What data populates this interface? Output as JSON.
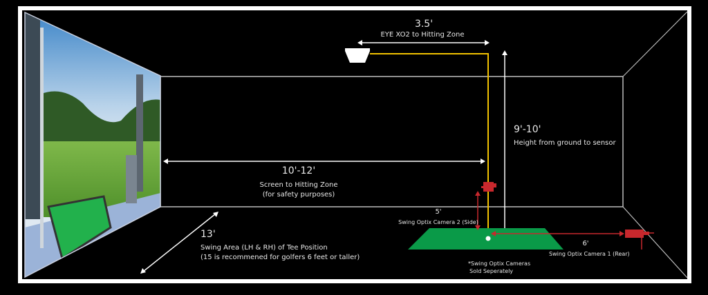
{
  "colors": {
    "background": "#000000",
    "frame": "#ffffff",
    "wall_lines": "#bdbdbd",
    "sensor_line": "#f2c200",
    "camera": "#c8282d",
    "mat": "#0a9a48"
  },
  "sensor": {
    "distance": "3.5'",
    "label": "EYE XO2 to Hitting Zone",
    "icon": "overhead-sensor-icon"
  },
  "height": {
    "distance": "9'-10'",
    "label": "Height from ground to sensor"
  },
  "screen_distance": {
    "distance": "10'-12'",
    "label_line1": "Screen to Hitting Zone",
    "label_line2": "(for safety purposes)"
  },
  "swing_area": {
    "distance": "13'",
    "label_line1": "Swing Area (LH & RH) of Tee Position",
    "label_line2": "(15 is recommened for golfers 6 feet or taller)"
  },
  "camera_side": {
    "distance": "5'",
    "label": "Swing Optix Camera 2 (Side)",
    "icon": "camera-icon"
  },
  "camera_rear": {
    "distance": "6'",
    "label": "Swing Optix Camera 1 (Rear)",
    "icon": "camera-icon"
  },
  "note": {
    "line1": "*Swing Optix Cameras",
    "line2": "Sold Seperately"
  }
}
